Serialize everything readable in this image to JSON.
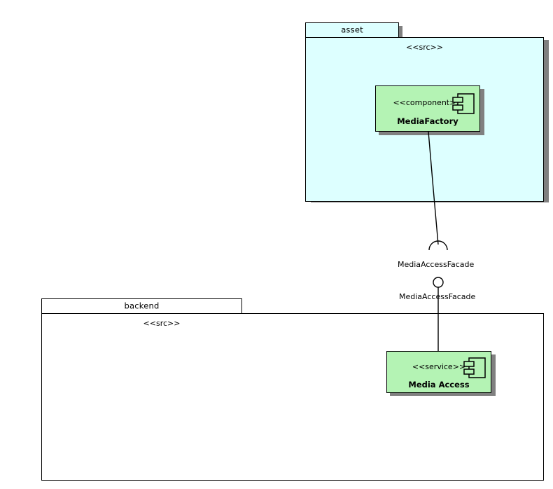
{
  "diagram": {
    "type": "uml-component-diagram",
    "background": "#ffffff",
    "colors": {
      "package_fill_asset": "#ddffff",
      "package_fill_backend": "#ffffff",
      "component_fill": "#b4f3b4",
      "border": "#000000",
      "shadow": "#808080"
    }
  },
  "packages": [
    {
      "name": "asset",
      "stereotype": "<<src>>",
      "fill": "#ddffff",
      "has_shadow": true
    },
    {
      "name": "backend",
      "stereotype": "<<src>>",
      "fill": "#ffffff",
      "has_shadow": false
    }
  ],
  "components": [
    {
      "stereotype": "<<component>>",
      "name": "MediaFactory",
      "icon": "component-icon",
      "fill": "#b4f3b4",
      "package": "asset"
    },
    {
      "stereotype": "<<service>>",
      "name": "Media Access",
      "icon": "component-icon",
      "fill": "#b4f3b4",
      "package": "backend"
    }
  ],
  "interfaces": [
    {
      "kind": "required",
      "symbol": "socket-arc",
      "label": "MediaAccessFacade",
      "owner": "MediaFactory"
    },
    {
      "kind": "provided",
      "symbol": "ball-circle",
      "label": "MediaAccessFacade",
      "owner": "Media Access"
    }
  ],
  "connectors": [
    {
      "from": "MediaFactory",
      "to": "MediaAccessFacade-socket",
      "style": "solid"
    },
    {
      "from": "MediaAccessFacade-ball",
      "to": "Media Access",
      "style": "solid"
    }
  ]
}
